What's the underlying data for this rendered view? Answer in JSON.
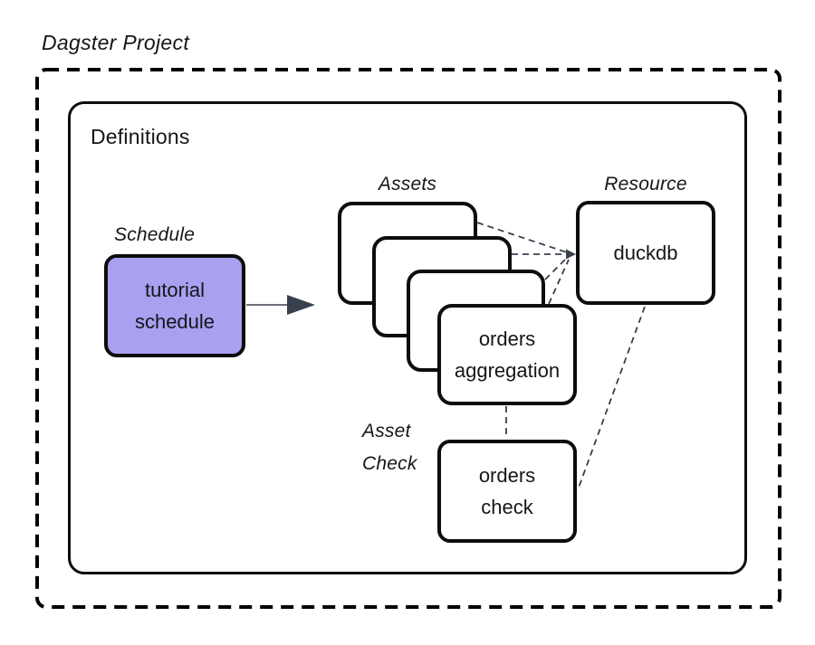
{
  "title": "Dagster Project",
  "colors": {
    "accent_purple": "#a9a0ef",
    "connector": "#39404e",
    "border_black": "#0d0d0d"
  },
  "definitions": {
    "label": "Definitions"
  },
  "groups": {
    "schedule": {
      "label": "Schedule",
      "node_label": "tutorial\nschedule"
    },
    "assets": {
      "label": "Assets",
      "stack_count": 4,
      "front_node_label": "orders\naggregation"
    },
    "resource": {
      "label": "Resource",
      "node_label": "duckdb"
    },
    "asset_check": {
      "label": "Asset\nCheck",
      "node_label": "orders\ncheck"
    }
  },
  "edges": [
    {
      "from": "tutorial schedule",
      "to": "assets stack",
      "style": "solid-arrow"
    },
    {
      "from": "assets stack (each asset)",
      "to": "duckdb",
      "style": "dashed-arrow"
    },
    {
      "from": "orders aggregation",
      "to": "orders check",
      "style": "dashed"
    },
    {
      "from": "duckdb",
      "to": "orders check",
      "style": "dashed"
    }
  ]
}
